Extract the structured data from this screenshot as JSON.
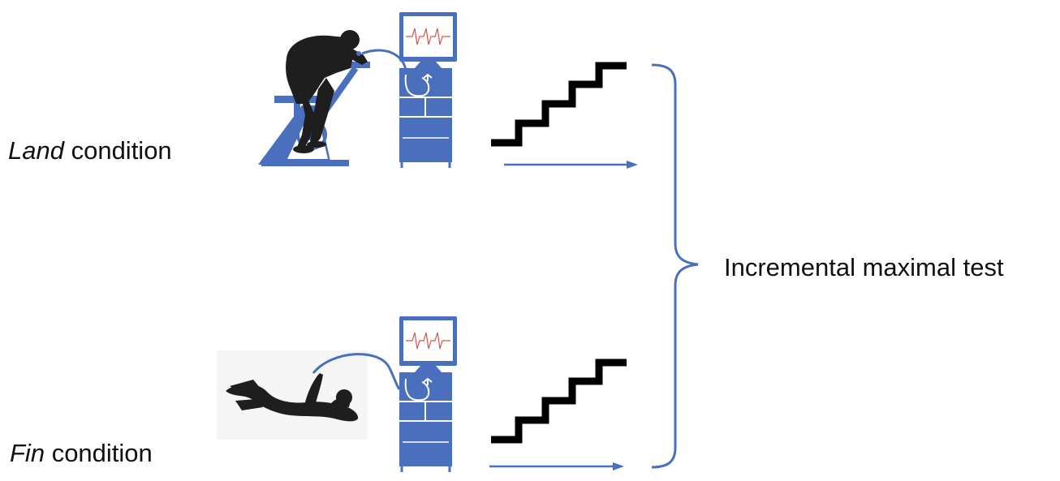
{
  "conditions": {
    "land": {
      "emphasis": "Land",
      "rest": " condition"
    },
    "fin": {
      "emphasis": "Fin",
      "rest": " condition"
    }
  },
  "outcome_label": "Incremental maximal test",
  "icons": {
    "land_subject": "cyclist-on-ergometer-icon",
    "fin_subject": "finswimmer-icon",
    "analyzer": "metabolic-cart-icon",
    "protocol": "staircase-icon",
    "time": "arrow-right-icon",
    "grouping": "curly-brace-icon"
  },
  "colors": {
    "accent": "#4a6fbd",
    "silhouette": "#1e1e1e",
    "staircase": "#000000",
    "ecg_trace": "#d9534f",
    "text": "#111111"
  }
}
